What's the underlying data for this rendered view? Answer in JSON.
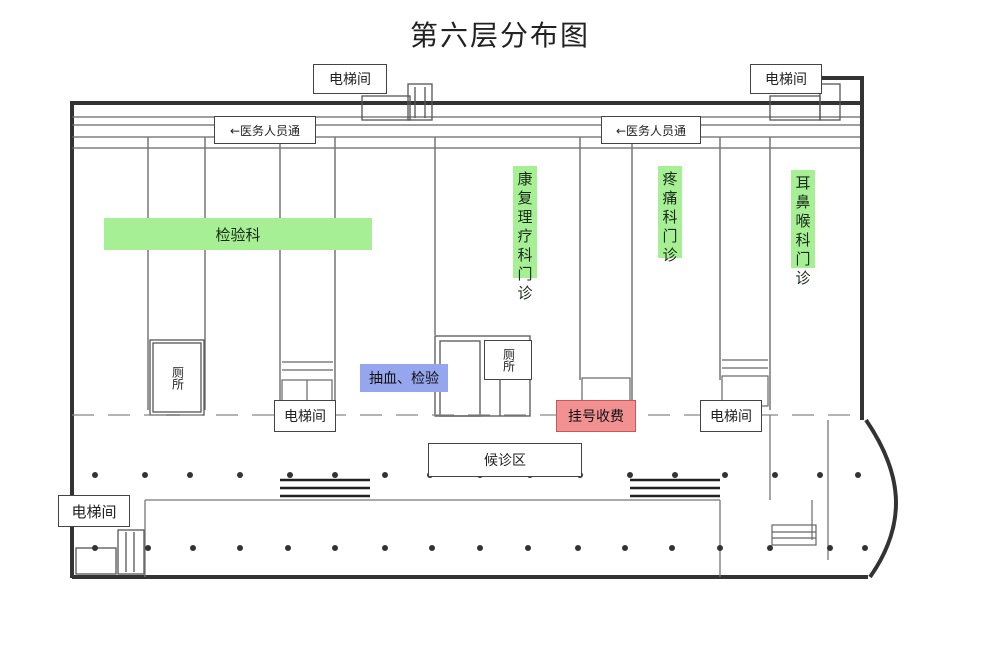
{
  "title": "第六层分布图",
  "elevators": {
    "top_left": "电梯间",
    "top_right": "电梯间",
    "mid_left": "电梯间",
    "mid_right": "电梯间",
    "bottom_left": "电梯间"
  },
  "staff_passage": {
    "left": "←医务人员通",
    "right": "←医务人员通"
  },
  "departments": {
    "lab": "检验科",
    "rehab": "康复理疗科门诊",
    "pain": "疼痛科门诊",
    "ent": "耳鼻喉科门诊"
  },
  "blood_test": "抽血、检验",
  "restrooms": {
    "left": "厕所",
    "middle": "厕所"
  },
  "registration": "挂号收费",
  "waiting_area": "候诊区",
  "colors": {
    "department": "#a6ef94",
    "blood_test": "#96a6ee",
    "registration": "#f29191"
  }
}
